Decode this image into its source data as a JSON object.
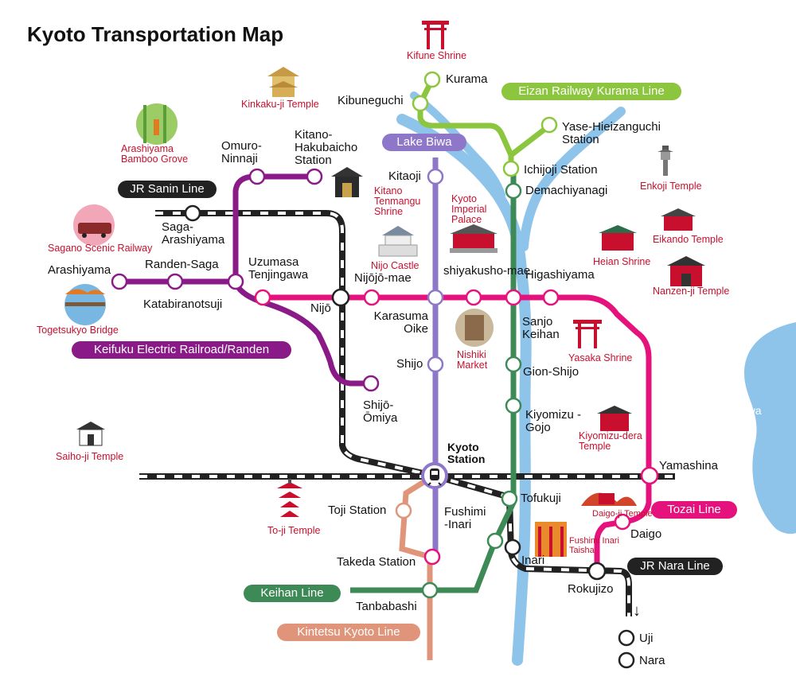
{
  "title": "Kyoto Transportation Map",
  "colors": {
    "kurama_line": "#8cc63f",
    "lake_biwa_line": "#8e77c9",
    "keifuku_line": "#8b1a89",
    "tozai_line": "#e5127d",
    "keihan_line": "#3d8a56",
    "kintetsu_line": "#e0957a",
    "jr_line": "#222222",
    "river": "#8fc4ea",
    "landmark_text": "#c8102e"
  },
  "lines": {
    "kurama": "Eizan Railway Kurama Line",
    "lake_biwa": "Lake Biwa",
    "jr_sanin": "JR Sanin Line",
    "keifuku": "Keifuku Electric Railroad/Randen",
    "tozai": "Tozai Line",
    "jr_nara": "JR Nara Line",
    "keihan": "Keihan Line",
    "kintetsu": "Kintetsu Kyoto Line"
  },
  "stations": {
    "kurama": "Kurama",
    "kibuneguchi": "Kibuneguchi",
    "yase": "Yase-Hieizanguchi Station",
    "ichijoji": "Ichijoji Station",
    "demachiyanagi": "Demachiyanagi",
    "kitaoji": "Kitaoji",
    "omuro": "Omuro-Ninnaji",
    "kitano": "Kitano-Hakubaicho Station",
    "saga": "Saga-Arashiyama",
    "arashiyama": "Arashiyama",
    "randen_saga": "Randen-Saga",
    "katabiranotsuji": "Katabiranotsuji",
    "uzumasa": "Uzumasa Tenjingawa",
    "nijo": "Nijō",
    "nijojo_mae": "Nijōjō-mae",
    "karasuma_oike": "Karasuma Oike",
    "shiyakusho": "shiyakusho-mae",
    "sanjo_keihan": "Sanjo Keihan",
    "higashiyama": "Higashiyama",
    "shijo": "Shijo",
    "gion_shijo": "Gion-Shijo",
    "kiyomizu_gojo": "Kiyomizu -Gojo",
    "shijo_omiya": "Shijō-Ōmiya",
    "kyoto_station": "Kyoto Station",
    "yamashina": "Yamashina",
    "toji": "Toji Station",
    "tofukuji": "Tofukuji",
    "fushimi_inari": "Fushimi -Inari",
    "inari": "Inari",
    "daigo": "Daigo",
    "rokujizo": "Rokujizo",
    "takeda": "Takeda Station",
    "tanbabashi": "Tanbabashi",
    "uji": "Uji",
    "nara": "Nara"
  },
  "landmarks": {
    "kifune": "Kifune Shrine",
    "kinkakuji": "Kinkaku-ji Temple",
    "bamboo": "Arashiyama Bamboo Grove",
    "kitano_tenmangu": "Kitano Tenmangu Shrine",
    "kyoto_palace": "Kyoto Imperial Palace",
    "enkoji": "Enkoji Temple",
    "eikando": "Eikando Temple",
    "heian": "Heian Shrine",
    "nanzenji": "Nanzen-ji Temple",
    "sagano": "Sagano Scenic Railway",
    "togetsukyo": "Togetsukyo Bridge",
    "nijo_castle": "Nijo Castle",
    "nishiki": "Nishiki Market",
    "yasaka": "Yasaka Shrine",
    "kiyomizu_dera": "Kiyomizu-dera Temple",
    "saihoji": "Saiho-ji Temple",
    "toji_temple": "To-ji Temple",
    "daigoji": "Daigo-ji Temple",
    "fushimi_taisha": "Fushimi Inari Taisha"
  },
  "geo": {
    "lake_biwa": "Lake Biwa",
    "kamo_river": "Kamo River"
  },
  "arrow": "↓"
}
